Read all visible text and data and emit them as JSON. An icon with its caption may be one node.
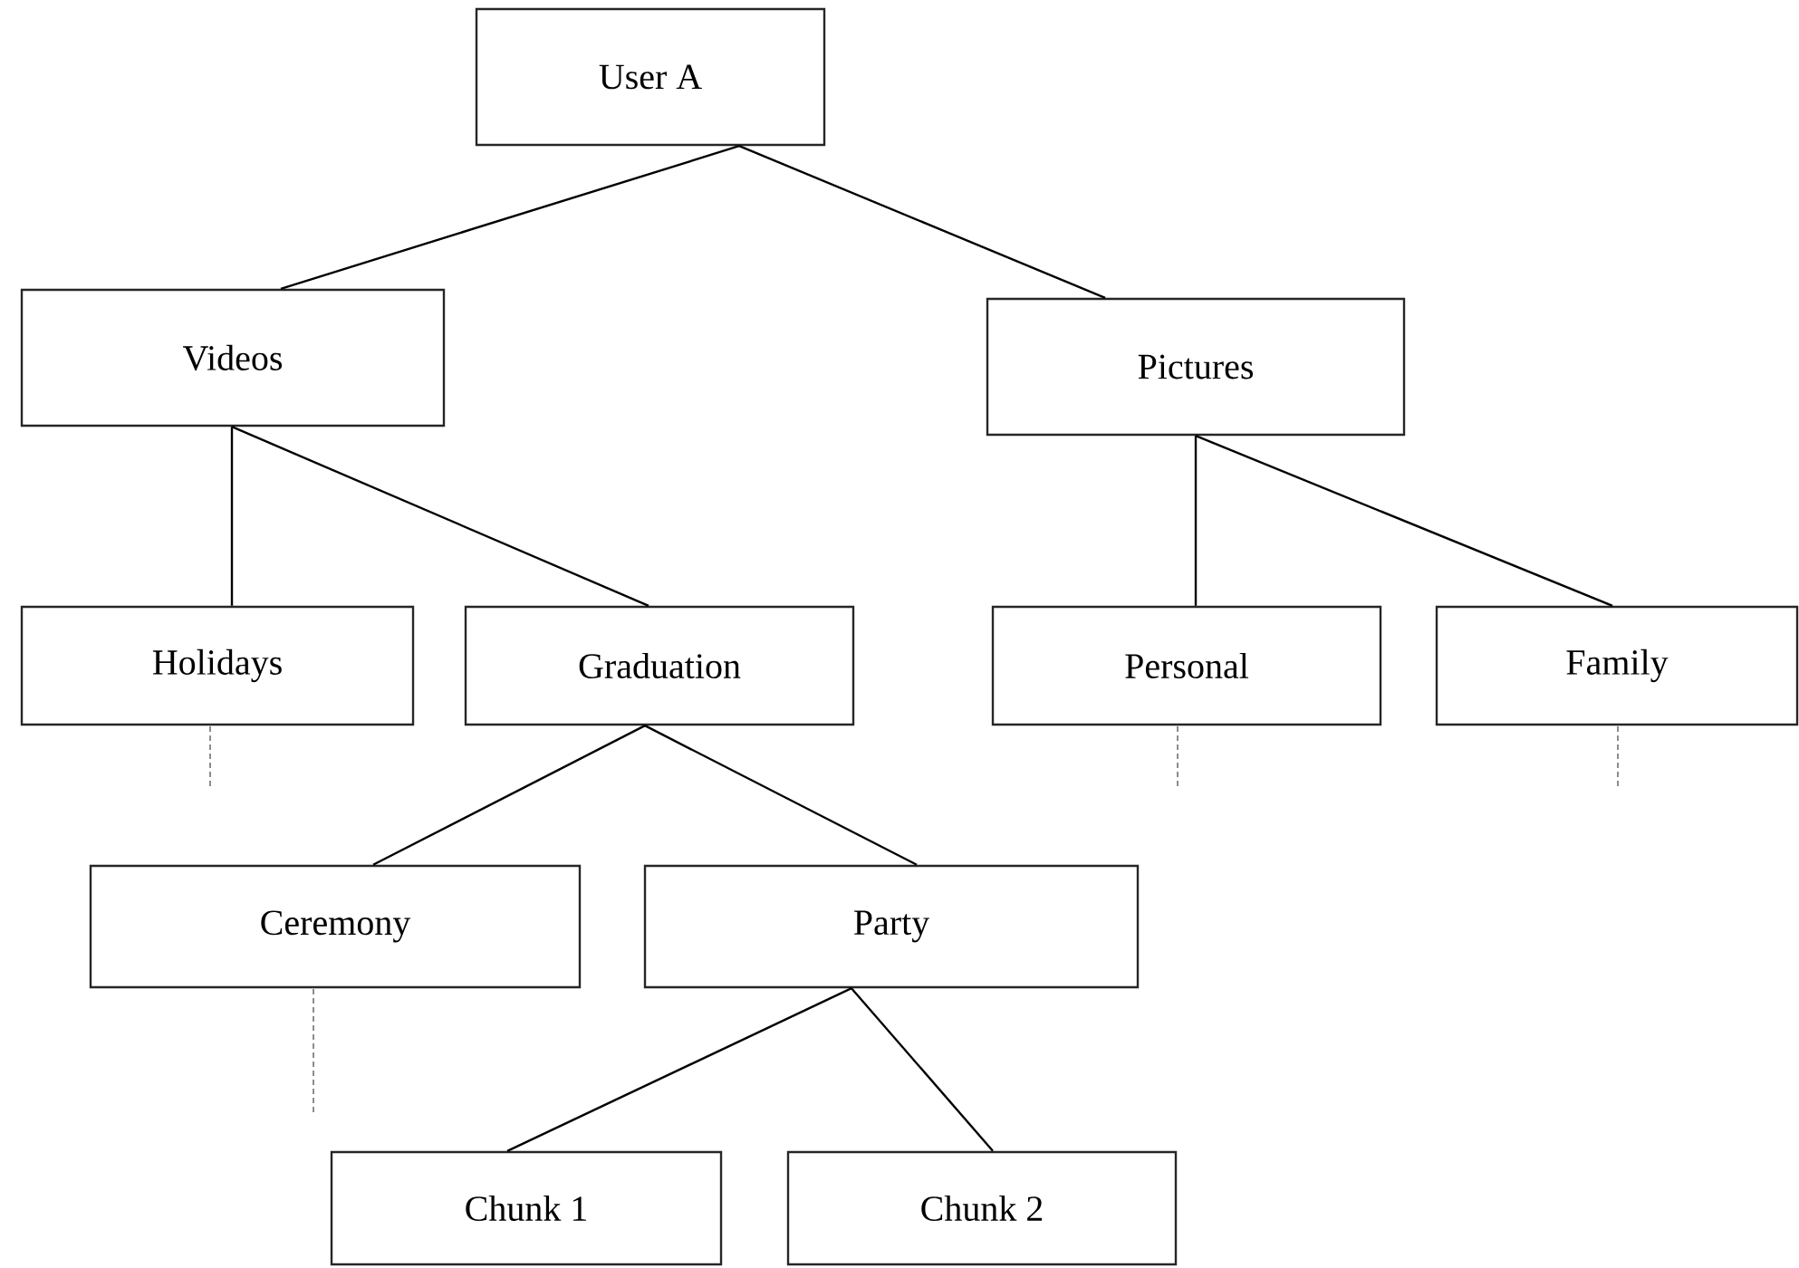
{
  "diagram": {
    "nodes": [
      {
        "text": [
          "User A"
        ]
      },
      {
        "text": [
          "Videos"
        ]
      },
      {
        "text": [
          "Pictures"
        ]
      },
      {
        "text": [
          "Holidays"
        ]
      },
      {
        "text": [
          "Graduation"
        ]
      },
      {
        "text": [
          "Personal"
        ]
      },
      {
        "text": [
          "Family"
        ]
      },
      {
        "text": [
          "Ceremony"
        ]
      },
      {
        "text": [
          "Party"
        ]
      },
      {
        "text": [
          "Chunk 1"
        ]
      },
      {
        "text": [
          "Chunk 2"
        ]
      }
    ],
    "edges": [
      {
        "from": 0,
        "to": 1,
        "arrow": "none"
      },
      {
        "from": 0,
        "to": 2,
        "arrow": "none"
      },
      {
        "from": 1,
        "to": 3,
        "arrow": "none"
      },
      {
        "from": 1,
        "to": 4,
        "arrow": "none"
      },
      {
        "from": 2,
        "to": 5,
        "arrow": "none"
      },
      {
        "from": 2,
        "to": 6,
        "arrow": "none"
      },
      {
        "from": 4,
        "to": 7,
        "arrow": "none"
      },
      {
        "from": 4,
        "to": 8,
        "arrow": "none"
      },
      {
        "from": 8,
        "to": 9,
        "arrow": "none"
      },
      {
        "from": 8,
        "to": 10,
        "arrow": "none"
      },
      {
        "from": 3,
        "to": null,
        "arrow": "none",
        "style": "dashed",
        "color": "#808080"
      },
      {
        "from": 5,
        "to": null,
        "arrow": "none",
        "style": "dashed",
        "color": "#808080"
      },
      {
        "from": 6,
        "to": null,
        "arrow": "none",
        "style": "dashed",
        "color": "#808080"
      },
      {
        "from": 7,
        "to": null,
        "arrow": "none",
        "style": "dashed",
        "color": "#808080"
      }
    ]
  }
}
